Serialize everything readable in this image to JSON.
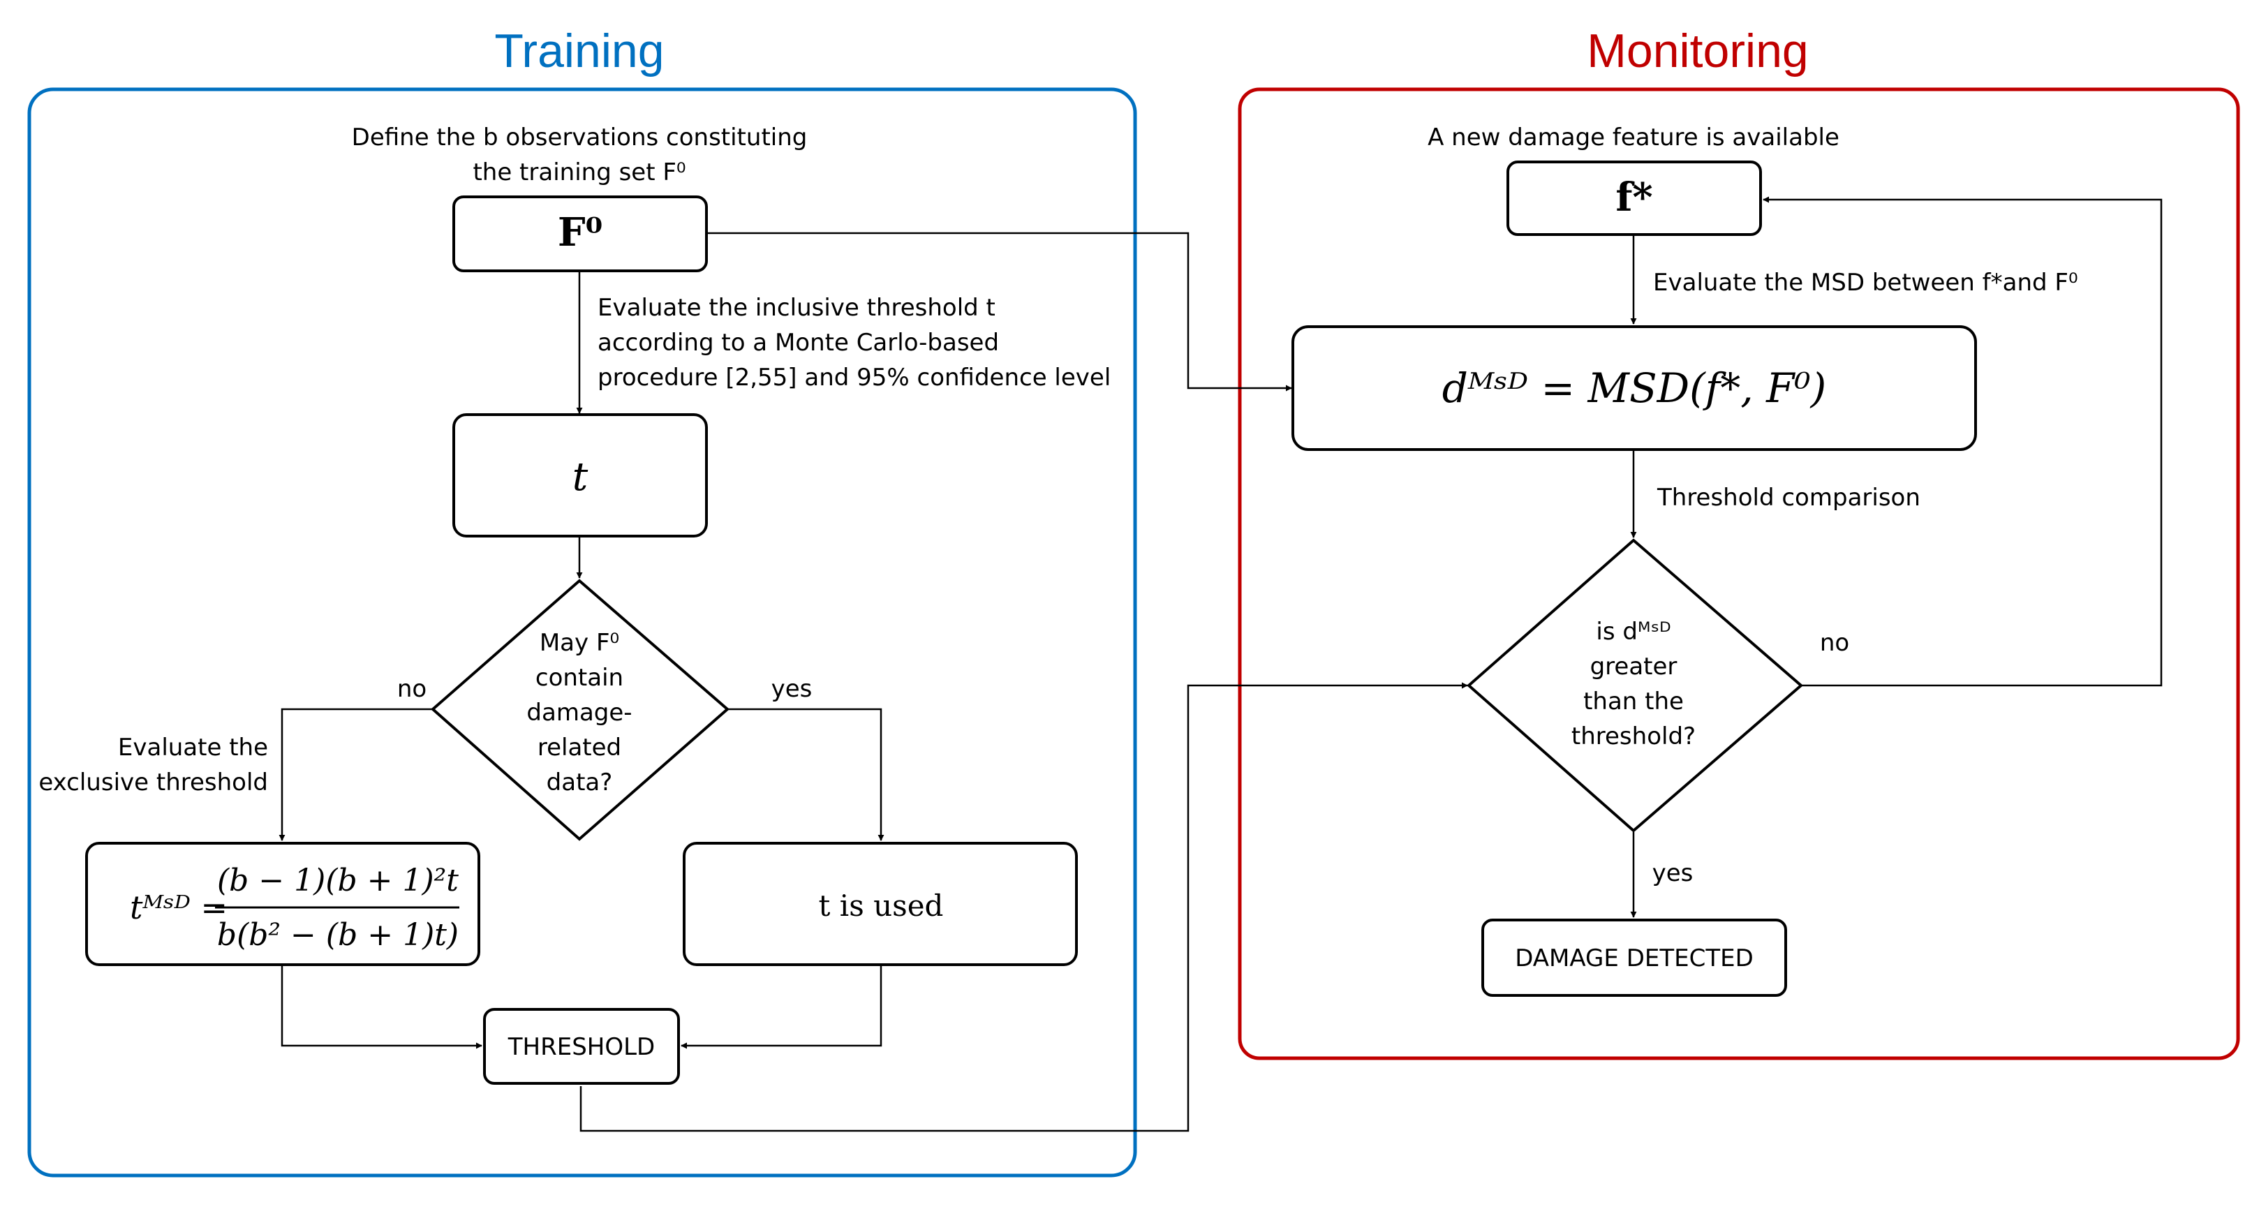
{
  "training": {
    "title": "Training",
    "define_line1": "Define the b observations constituting",
    "define_line2": "the training set F⁰",
    "node_F0": "F⁰",
    "eval_inclusive_line1": "Evaluate the inclusive threshold t",
    "eval_inclusive_line2": "according to a Monte Carlo-based",
    "eval_inclusive_line3": "procedure [2,55] and 95% confidence level",
    "node_t": "t",
    "decision_line1": "May F⁰",
    "decision_line2": "contain",
    "decision_line3": "damage-",
    "decision_line4": "related",
    "decision_line5": "data?",
    "no_label": "no",
    "yes_label": "yes",
    "eval_exclusive_line1": "Evaluate the",
    "eval_exclusive_line2": "exclusive threshold",
    "formula_lhs": "tᴹˢᴰ =",
    "formula_numerator": "(b − 1)(b + 1)²t",
    "formula_denominator": "b(b² − (b + 1)t)",
    "t_is_used": "t is used",
    "threshold": "THRESHOLD"
  },
  "monitoring": {
    "title": "Monitoring",
    "new_feature": "A new damage feature is available",
    "node_fstar": "f*",
    "evaluate_msd": "Evaluate the MSD between f*and F⁰",
    "msd_formula": "dᴹˢᴰ = MSD(f*, F⁰)",
    "threshold_comparison": "Threshold comparison",
    "decision_line1": "is dᴹˢᴰ",
    "decision_line2": "greater",
    "decision_line3": "than the",
    "decision_line4": "threshold?",
    "no_label": "no",
    "yes_label": "yes",
    "damage_detected": "DAMAGE DETECTED"
  },
  "colors": {
    "training_frame": "#0070C0",
    "monitoring_frame": "#C00000",
    "lines": "#000000"
  }
}
